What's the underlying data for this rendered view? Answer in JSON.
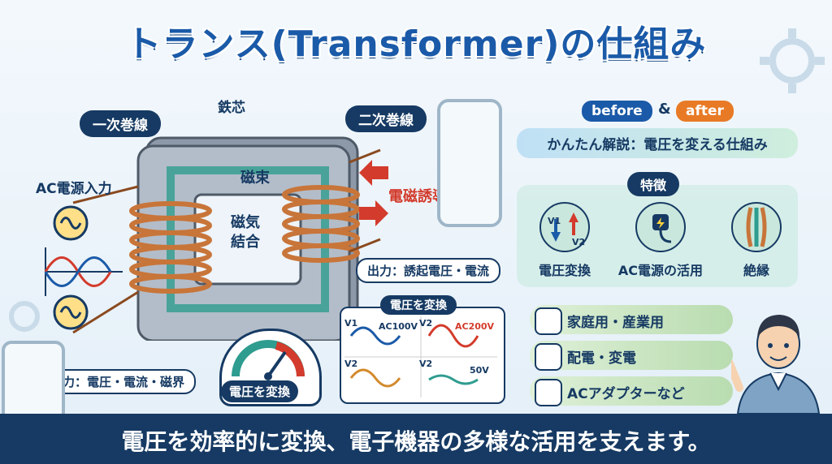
{
  "title": "トランス(Transformer)の仕組み",
  "labels": {
    "primary_coil": "一次巻線",
    "core": "鉄芯",
    "secondary_coil": "二次巻線",
    "ac_input": "AC電源入力",
    "flux": "磁束",
    "coupling_line1": "磁気",
    "coupling_line2": "結合",
    "induction": "電磁誘導",
    "output": "出力：誘起電圧・電流",
    "input": "入力：電圧・電流・磁界",
    "gauge": "電圧を変換"
  },
  "wave_panel": {
    "title": "電圧を変換",
    "v1": "V1",
    "v2": "V2",
    "ac100": "AC100V",
    "ac200": "AC200V",
    "v50": "50V"
  },
  "before_after": {
    "before": "before",
    "amp": "&",
    "after": "after",
    "subtitle": "かんたん解説：電圧を変える仕組み"
  },
  "features": {
    "title": "特徴",
    "items": [
      "電圧変換",
      "AC電源の活用",
      "絶縁"
    ],
    "icon_v1": "V1",
    "icon_v2": "V2"
  },
  "uses": [
    "家庭用・産業用",
    "配電・変電",
    "ACアダプターなど"
  ],
  "banner": "電圧を効率的に変換、電子機器の多様な活用を支えます。",
  "colors": {
    "navy": "#163a63",
    "blue": "#1a5aa8",
    "red": "#d33b2c",
    "copper": "#c8753a",
    "teal": "#2e9c8f"
  }
}
